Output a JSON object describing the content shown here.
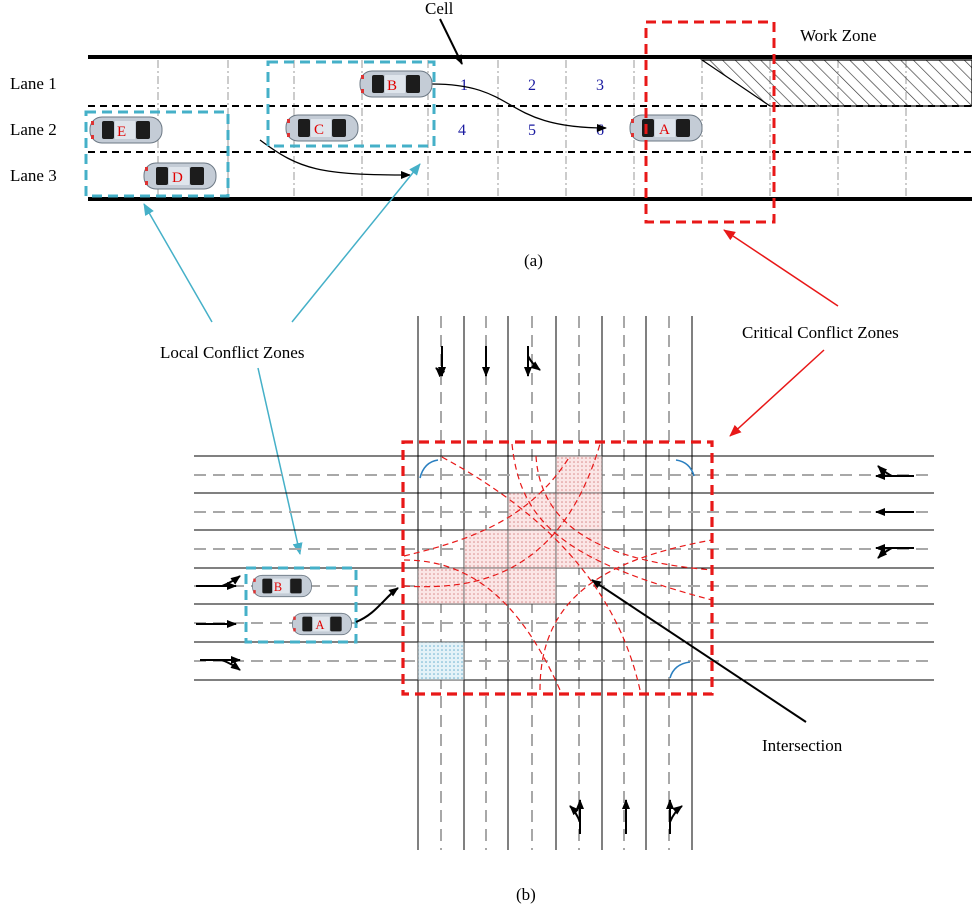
{
  "panel_a": {
    "cell_label": "Cell",
    "work_zone_label": "Work Zone",
    "lane_labels": [
      "Lane 1",
      "Lane 2",
      "Lane 3"
    ],
    "cell_numbers": [
      "1",
      "2",
      "3",
      "4",
      "5",
      "6"
    ],
    "cars": [
      "B",
      "C",
      "E",
      "D",
      "A"
    ],
    "caption": "(a)"
  },
  "panel_b": {
    "cars": [
      "B",
      "A"
    ],
    "intersection_label": "Intersection",
    "caption": "(b)"
  },
  "labels": {
    "local_conflict_zones": "Local Conflict Zones",
    "critical_conflict_zones": "Critical Conflict Zones"
  },
  "colors": {
    "local_zone": "#45b0c8",
    "critical_zone": "#e81818",
    "cell_number": "#1a1aa0",
    "car_letter": "#e00000"
  }
}
